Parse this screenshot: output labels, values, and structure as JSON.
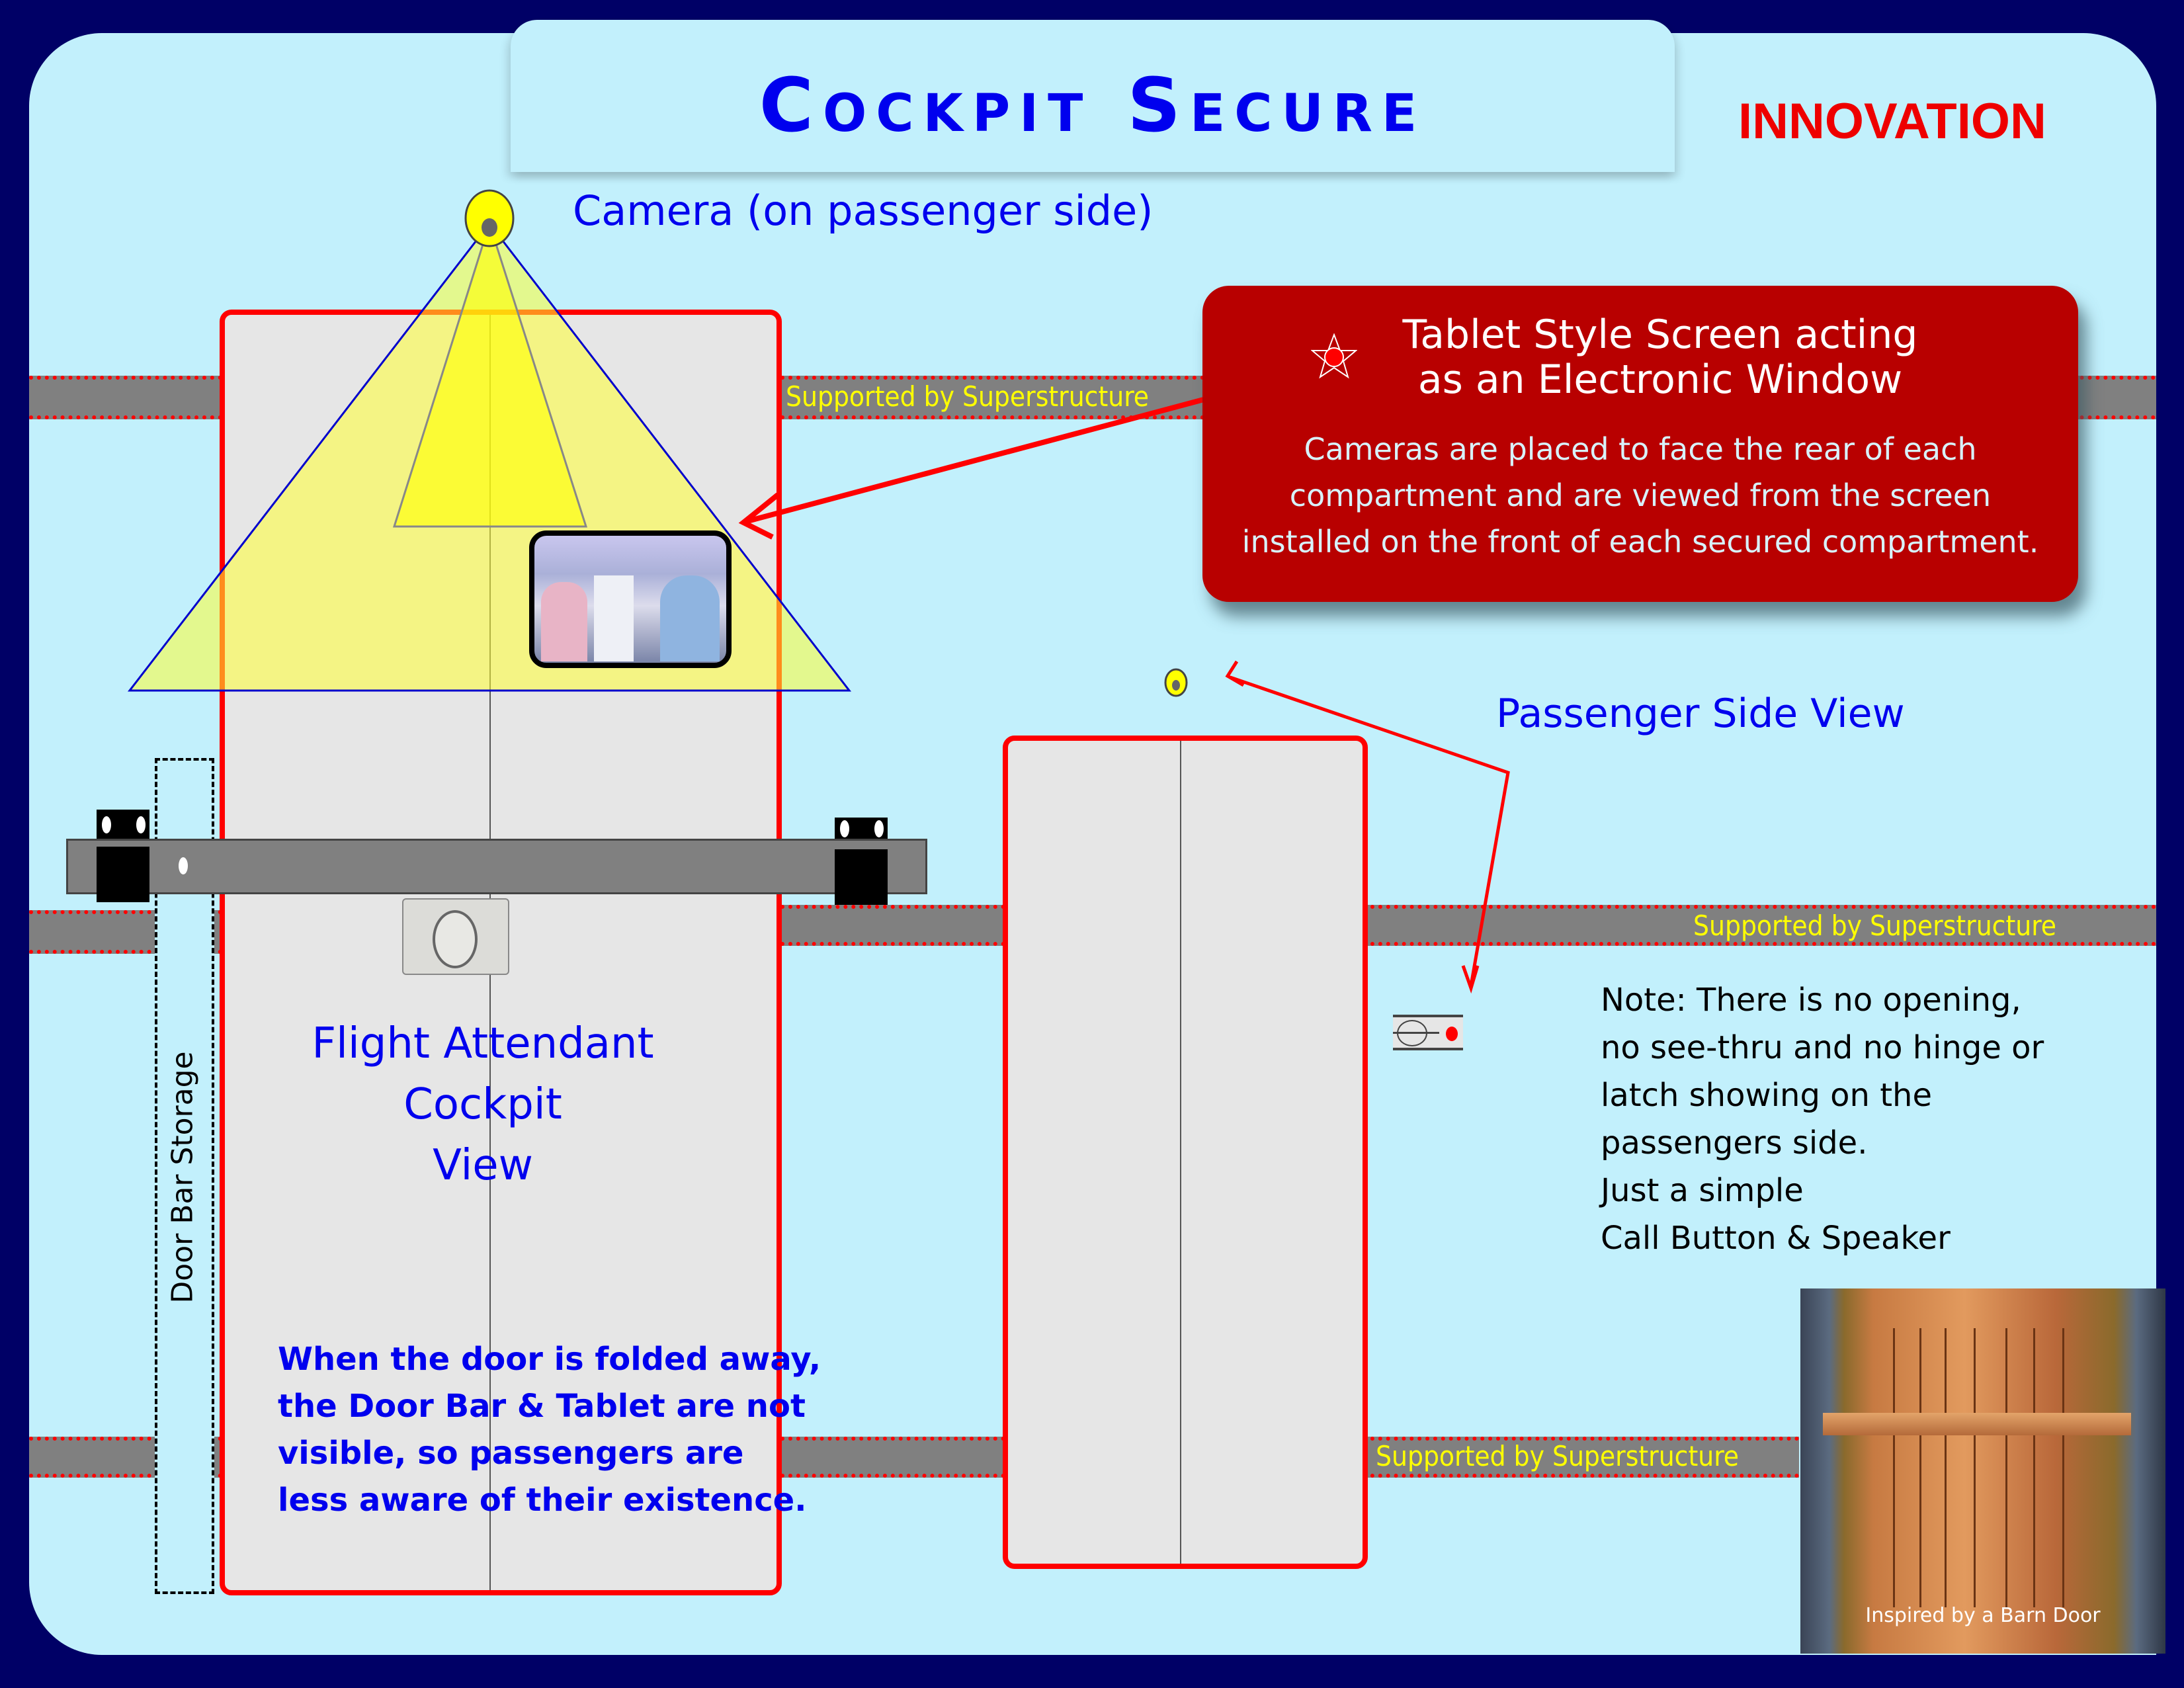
{
  "header": {
    "title": "Cockpit Secure",
    "badge": "INNOVATION"
  },
  "camera": {
    "label": "Camera (on passenger side)",
    "icon": "camera-icon"
  },
  "callout": {
    "icon": "star-burst-icon",
    "title_line1": "Tablet Style Screen acting",
    "title_line2": "as an Electronic Window",
    "body_line1": "Cameras are placed to face the rear of each",
    "body_line2": "compartment and are viewed from the screen",
    "body_line3": "installed on the front of each secured compartment."
  },
  "beams": {
    "label": "Supported by Superstructure"
  },
  "cockpit_view": {
    "line1": "Flight Attendant",
    "line2": "Cockpit",
    "line3": "View",
    "storage_label": "Door Bar Storage",
    "fold_line1": "When the door is folded away,",
    "fold_line2": "the Door Bar & Tablet are not",
    "fold_line3": "visible, so passengers are",
    "fold_line4": "less aware of their existence."
  },
  "passenger_view": {
    "label": "Passenger Side View",
    "note_lines": [
      "Note: There is no opening,",
      "no see-thru and no hinge or",
      "latch showing on the",
      "passengers side.",
      "Just a simple",
      "Call Button & Speaker"
    ]
  },
  "barn_door": {
    "caption": "Inspired by a Barn Door"
  },
  "colors": {
    "background": "#000066",
    "panel": "#c2f0fc",
    "accent_blue": "#0000ee",
    "accent_red": "#ff0000",
    "callout_red": "#b80000",
    "beam_gray": "#808080",
    "beam_text": "#ffff00"
  }
}
